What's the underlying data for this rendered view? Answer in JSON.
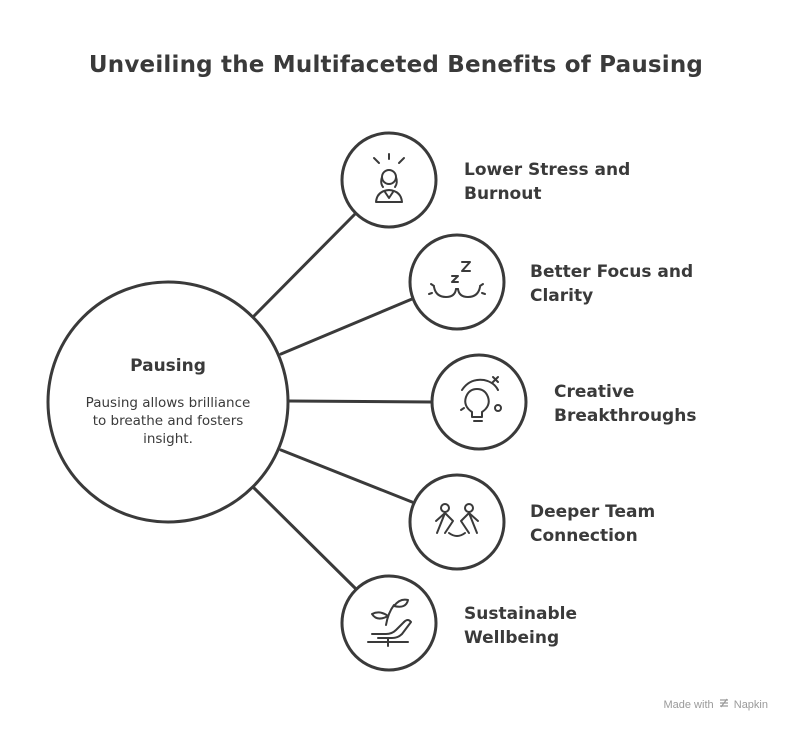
{
  "title": "Unveiling the Multifaceted Benefits of Pausing",
  "hub": {
    "title": "Pausing",
    "description": "Pausing allows brilliance to breathe and fosters insight."
  },
  "benefits": [
    {
      "label": "Lower Stress and Burnout",
      "icon": "stressed-person-icon"
    },
    {
      "label": "Better Focus and Clarity",
      "icon": "sleeping-eyes-icon"
    },
    {
      "label": "Creative Breakthroughs",
      "icon": "lightbulb-idea-icon"
    },
    {
      "label": "Deeper Team Connection",
      "icon": "team-people-icon"
    },
    {
      "label": "Sustainable Wellbeing",
      "icon": "plant-in-hand-icon"
    }
  ],
  "footer": {
    "made_with": "Made with",
    "brand": "Napkin"
  },
  "colors": {
    "stroke": "#3a3a3a",
    "text": "#3a3a3a",
    "footer": "#9a9a9a",
    "background": "#ffffff"
  }
}
